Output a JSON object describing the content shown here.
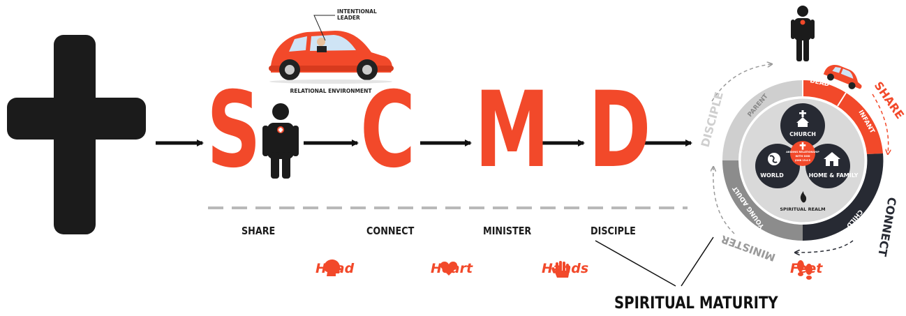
{
  "steps": [
    {
      "letter": "S",
      "label": "SHARE"
    },
    {
      "letter": "C",
      "label": "CONNECT"
    },
    {
      "letter": "M",
      "label": "MINISTER"
    },
    {
      "letter": "D",
      "label": "DISCIPLE"
    }
  ],
  "car": {
    "leader_label_1": "INTENTIONAL",
    "leader_label_2": "LEADER",
    "environment_label": "RELATIONAL ENVIRONMENT"
  },
  "attributes": [
    {
      "word": "Head",
      "icon": "head-icon"
    },
    {
      "word": "Heart",
      "icon": "heart-icon"
    },
    {
      "word": "Hands",
      "icon": "hand-icon"
    },
    {
      "word": "Feet",
      "icon": "footprints-icon"
    }
  ],
  "maturity_label": "SPIRITUAL MATURITY",
  "cycle": {
    "outer_labels": [
      "SHARE",
      "CONNECT",
      "MINISTER",
      "DISCIPLE"
    ],
    "stages": [
      "DEAD",
      "INFANT",
      "CHILD",
      "YOUNG ADULT",
      "PARENT"
    ],
    "circles": [
      "CHURCH",
      "WORLD",
      "HOME & FAMILY"
    ],
    "center_text": [
      "ABIDING RELATIONSHIP",
      "WITH GOD",
      "JOHN 15:4-5"
    ],
    "bottom_label": "SPIRITUAL REALM"
  },
  "colors": {
    "accent": "#f2492a",
    "dark": "#1f1f1f",
    "navy": "#272a33",
    "gray": "#8c8c8c",
    "light_gray": "#cfcfcf"
  }
}
